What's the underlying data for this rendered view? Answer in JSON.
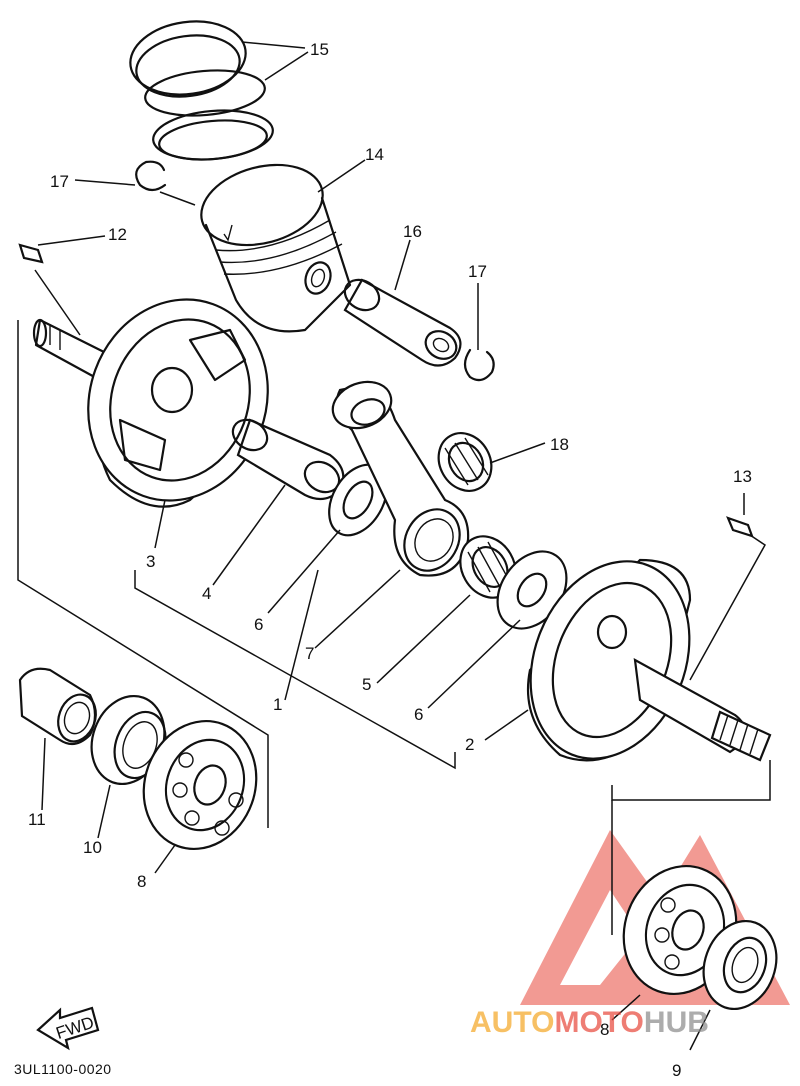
{
  "diagram": {
    "code": "3UL1100-0020",
    "fwd_label": "FWD",
    "parts": [
      {
        "id": "15",
        "label": "15"
      },
      {
        "id": "14",
        "label": "14"
      },
      {
        "id": "17a",
        "label": "17"
      },
      {
        "id": "17b",
        "label": "17"
      },
      {
        "id": "16",
        "label": "16"
      },
      {
        "id": "12",
        "label": "12"
      },
      {
        "id": "13",
        "label": "13"
      },
      {
        "id": "18",
        "label": "18"
      },
      {
        "id": "3",
        "label": "3"
      },
      {
        "id": "4",
        "label": "4"
      },
      {
        "id": "6a",
        "label": "6"
      },
      {
        "id": "7",
        "label": "7"
      },
      {
        "id": "1",
        "label": "1"
      },
      {
        "id": "5",
        "label": "5"
      },
      {
        "id": "6b",
        "label": "6"
      },
      {
        "id": "2",
        "label": "2"
      },
      {
        "id": "11",
        "label": "11"
      },
      {
        "id": "10",
        "label": "10"
      },
      {
        "id": "8a",
        "label": "8"
      },
      {
        "id": "8b",
        "label": "8"
      },
      {
        "id": "9",
        "label": "9"
      }
    ]
  },
  "watermark": {
    "text_a": "AUTO",
    "text_b": "MOTO",
    "text_c": "HUB",
    "color_orange": "#f5a623",
    "color_red": "#e8473a",
    "color_grey": "#8a8a8a"
  }
}
